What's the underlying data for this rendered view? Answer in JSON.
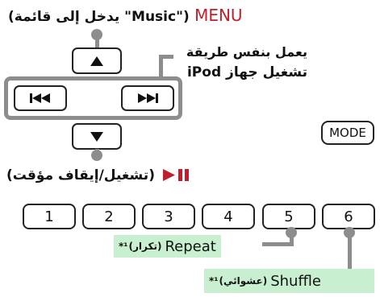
{
  "menu": {
    "en": "MENU",
    "desc": "(يدخل إلى قائمة \"Music\")"
  },
  "ipod_note": {
    "line1": "يعمل بنفس طريقة",
    "line2": "تشغيل جهاز iPod"
  },
  "mode_button": {
    "label": "MODE"
  },
  "play_pause": {
    "desc": "(تشغيل/إيقاف مؤقت)"
  },
  "number_keys": [
    "1",
    "2",
    "3",
    "4",
    "5",
    "6"
  ],
  "repeat_note": {
    "en": "Repeat",
    "ar": "(تكرار)",
    "mark": "*¹"
  },
  "shuffle_note": {
    "en": "Shuffle",
    "ar": "(عشوائي)",
    "mark": "*¹"
  },
  "colors": {
    "accent_red": "#c0202c",
    "connector_grey": "#8d8d8d",
    "note_highlight": "#c8f0d0",
    "outline": "#222222"
  }
}
